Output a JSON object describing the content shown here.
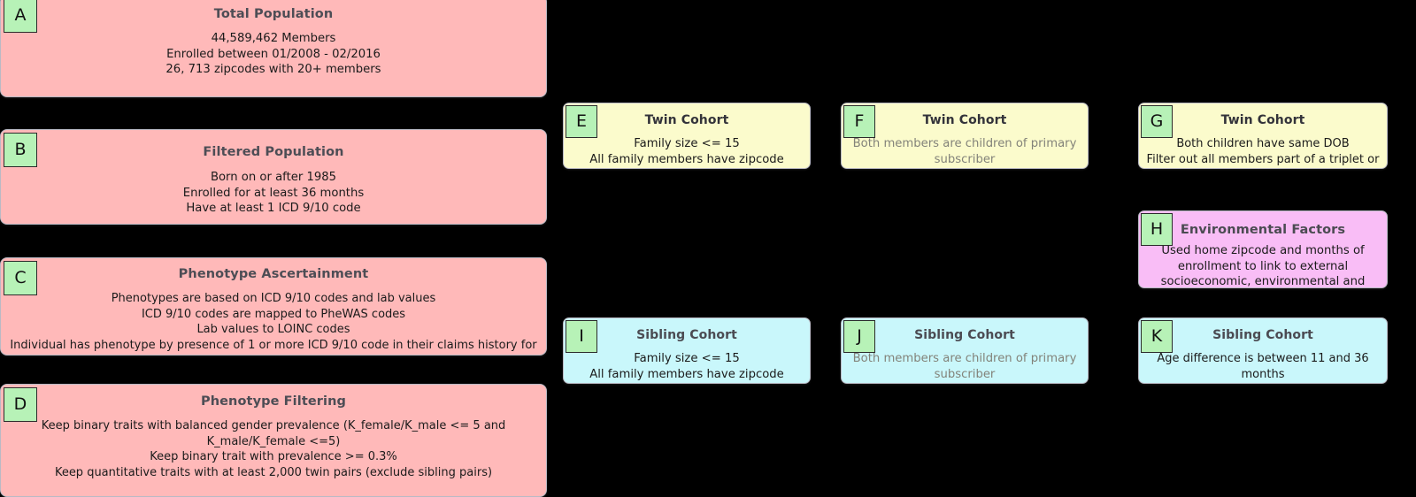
{
  "figure": {
    "background_color": "#000000",
    "badge_color": "#b7f2b7",
    "colors": {
      "population_panel": "#ffb9b9",
      "twin_cohort_panel": "#fbfbcc",
      "sibling_cohort_panel": "#c9f7fb",
      "environment_panel": "#f9bdf6",
      "muted_text": "#83837a",
      "title_text": "#4b4b52",
      "body_text": "#1b1b1b"
    }
  },
  "panels": {
    "a": {
      "letter": "A",
      "title": "Total Population",
      "body": "44,589,462 Members\nEnrolled between 01/2008 - 02/2016\n26, 713 zipcodes with 20+ members"
    },
    "b": {
      "letter": "B",
      "title": "Filtered Population",
      "body": "Born on or after 1985\nEnrolled for at least 36 months\nHave at least 1 ICD 9/10 code"
    },
    "c": {
      "letter": "C",
      "title": "Phenotype Ascertainment",
      "body": "Phenotypes are based on ICD 9/10 codes and lab values\nICD 9/10 codes are mapped to PheWAS codes\nLab values to LOINC codes\nIndividual has phenotype by presence of 1 or more ICD 9/10 code in their claims history for that PheWAS code"
    },
    "d": {
      "letter": "D",
      "title": "Phenotype Filtering",
      "body": "Keep binary traits with balanced gender prevalence (K_female/K_male <= 5 and K_male/K_female <=5)\nKeep binary trait with prevalence >= 0.3%\nKeep quantitative traits with at least 2,000 twin pairs (exclude sibling pairs)"
    },
    "e": {
      "letter": "E",
      "title": "Twin Cohort",
      "body": "Family size <= 15\nAll family members have zipcode information"
    },
    "f": {
      "letter": "F",
      "title": "Twin Cohort",
      "body": "Both members are children of primary subscriber\nAll family members have same zipcode"
    },
    "g": {
      "letter": "G",
      "title": "Twin Cohort",
      "body": "Both children have same DOB\nFilter out all members part of a triplet or greater"
    },
    "h": {
      "letter": "H",
      "title": "Environmental Factors",
      "body": "Used home zipcode and months of enrollment to link to external socioeconomic, environmental and climate data"
    },
    "i": {
      "letter": "I",
      "title": "Sibling Cohort",
      "body": "Family size <= 15\nAll family members have zipcode information"
    },
    "j": {
      "letter": "J",
      "title": "Sibling Cohort",
      "body": "Both members are children of primary subscriber\nAll family members have same zipcode"
    },
    "k": {
      "letter": "K",
      "title": "Sibling Cohort",
      "body": "Age difference is between 11 and 36 months\nRandomly select one sibling pair per family"
    }
  }
}
